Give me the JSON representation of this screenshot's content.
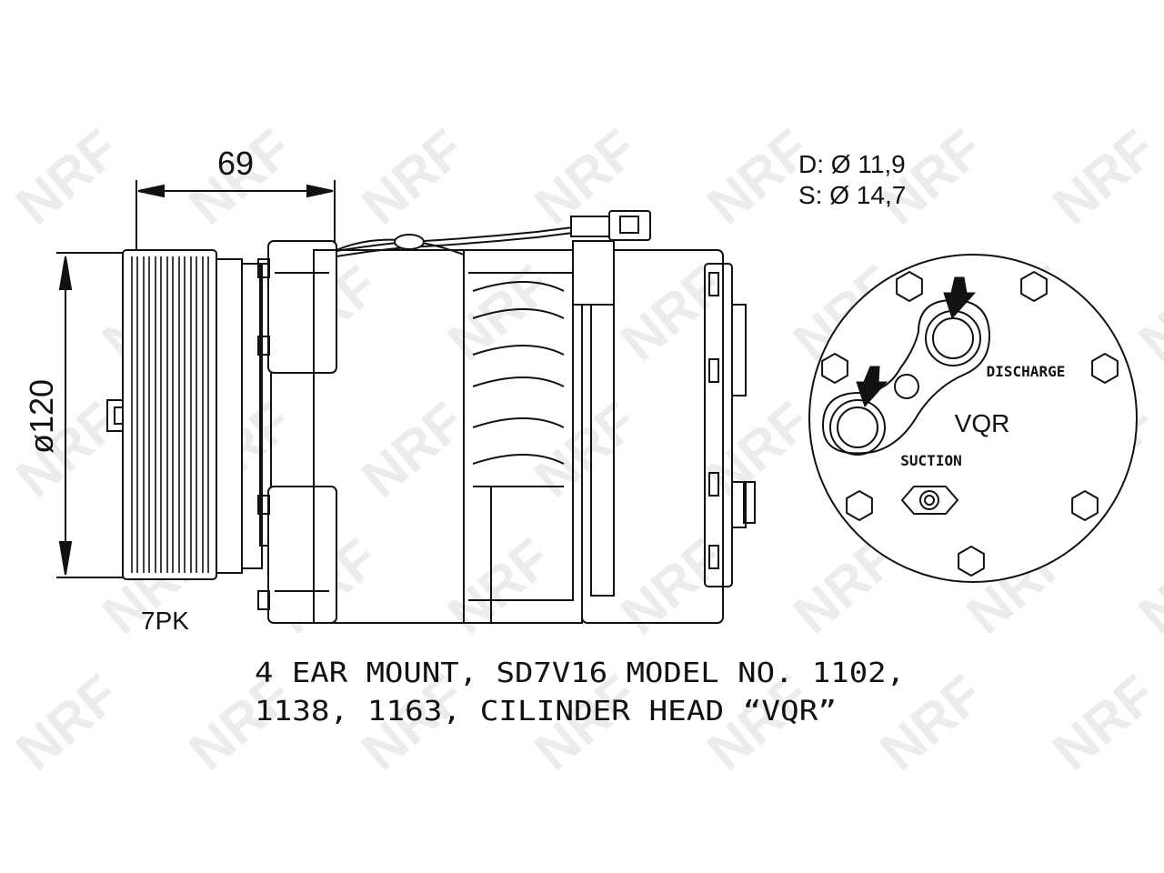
{
  "watermark": {
    "text": "NRF"
  },
  "dimensions": {
    "length": "69",
    "diameter": "ø120",
    "belt": "7PK"
  },
  "port_sizes": {
    "discharge_size": "D: Ø 11,9",
    "suction_size": "S: Ø 14,7"
  },
  "head_view": {
    "head_code": "VQR",
    "discharge_label": "DISCHARGE",
    "suction_label": "SUCTION"
  },
  "caption": {
    "line1": "4 EAR MOUNT, SD7V16 MODEL NO. 1102,",
    "line2": "1138, 1163, CILINDER HEAD “VQR”"
  },
  "colors": {
    "line": "#111111",
    "watermark": "#ececec"
  }
}
